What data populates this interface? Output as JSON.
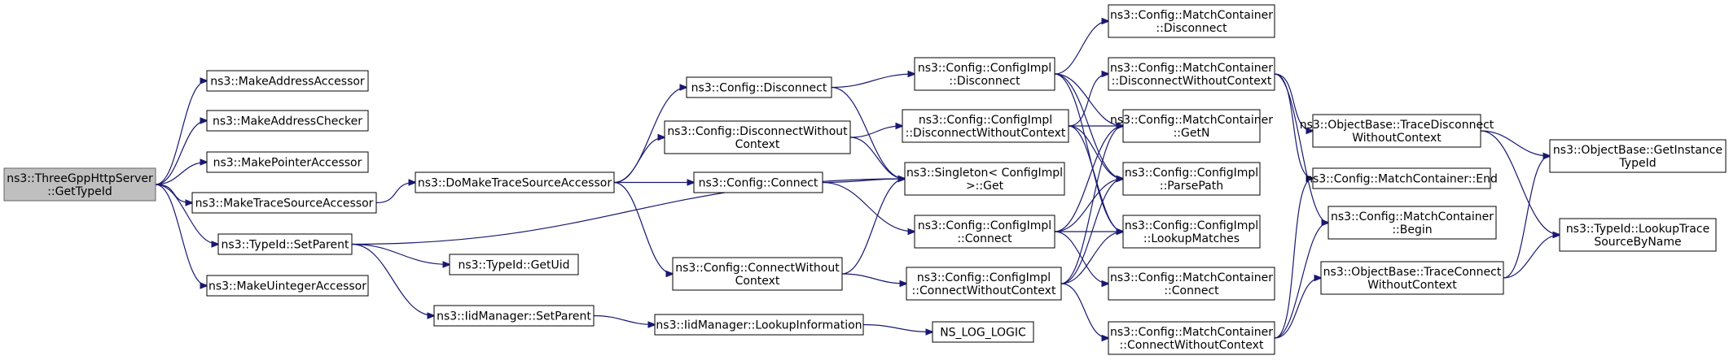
{
  "diagram": {
    "title": "",
    "colors": {
      "edge": "#191970",
      "root_fill": "#bfbfbf",
      "node_border": "#000000",
      "text": "#000000"
    },
    "nodes": [
      {
        "id": "root",
        "lines": [
          "ns3::ThreeGppHttpServer",
          "::GetTypeId"
        ],
        "root": true
      },
      {
        "id": "makeAddrAcc",
        "lines": [
          "ns3::MakeAddressAccessor"
        ]
      },
      {
        "id": "makeAddrChk",
        "lines": [
          "ns3::MakeAddressChecker"
        ]
      },
      {
        "id": "makePtrAcc",
        "lines": [
          "ns3::MakePointerAccessor"
        ]
      },
      {
        "id": "makeTraceAcc",
        "lines": [
          "ns3::MakeTraceSourceAccessor"
        ]
      },
      {
        "id": "typeSetParent",
        "lines": [
          "ns3::TypeId::SetParent"
        ]
      },
      {
        "id": "makeUintAcc",
        "lines": [
          "ns3::MakeUintegerAccessor"
        ]
      },
      {
        "id": "doMakeTrace",
        "lines": [
          "ns3::DoMakeTraceSourceAccessor"
        ]
      },
      {
        "id": "getUid",
        "lines": [
          "ns3::TypeId::GetUid"
        ]
      },
      {
        "id": "iidSetParent",
        "lines": [
          "ns3::IidManager::SetParent"
        ]
      },
      {
        "id": "cfgDisconnect",
        "lines": [
          "ns3::Config::Disconnect"
        ]
      },
      {
        "id": "cfgDiscWo",
        "lines": [
          "ns3::Config::DisconnectWithout",
          "Context"
        ]
      },
      {
        "id": "cfgConnect",
        "lines": [
          "ns3::Config::Connect"
        ]
      },
      {
        "id": "cfgConnWo",
        "lines": [
          "ns3::Config::ConnectWithout",
          "Context"
        ]
      },
      {
        "id": "iidLookup",
        "lines": [
          "ns3::IidManager::LookupInformation"
        ]
      },
      {
        "id": "implDisc",
        "lines": [
          "ns3::Config::ConfigImpl",
          "::Disconnect"
        ]
      },
      {
        "id": "implDiscWo",
        "lines": [
          "ns3::Config::ConfigImpl",
          "::DisconnectWithoutContext"
        ]
      },
      {
        "id": "singleton",
        "lines": [
          "ns3::Singleton< ConfigImpl",
          " >::Get"
        ]
      },
      {
        "id": "implConn",
        "lines": [
          "ns3::Config::ConfigImpl",
          "::Connect"
        ]
      },
      {
        "id": "implConnWo",
        "lines": [
          "ns3::Config::ConfigImpl",
          "::ConnectWithoutContext"
        ]
      },
      {
        "id": "nsLog",
        "lines": [
          "NS_LOG_LOGIC"
        ]
      },
      {
        "id": "mcDisc",
        "lines": [
          "ns3::Config::MatchContainer",
          "::Disconnect"
        ]
      },
      {
        "id": "mcDiscWo",
        "lines": [
          "ns3::Config::MatchContainer",
          "::DisconnectWithoutContext"
        ]
      },
      {
        "id": "mcGetN",
        "lines": [
          "ns3::Config::MatchContainer",
          "::GetN"
        ]
      },
      {
        "id": "implParse",
        "lines": [
          "ns3::Config::ConfigImpl",
          "::ParsePath"
        ]
      },
      {
        "id": "implLookup",
        "lines": [
          "ns3::Config::ConfigImpl",
          "::LookupMatches"
        ]
      },
      {
        "id": "mcConnect",
        "lines": [
          "ns3::Config::MatchContainer",
          "::Connect"
        ]
      },
      {
        "id": "mcConnWo",
        "lines": [
          "ns3::Config::MatchContainer",
          "::ConnectWithoutContext"
        ]
      },
      {
        "id": "obTraceDisc",
        "lines": [
          "ns3::ObjectBase::TraceDisconnect",
          "WithoutContext"
        ]
      },
      {
        "id": "mcEnd",
        "lines": [
          "ns3::Config::MatchContainer::End"
        ]
      },
      {
        "id": "mcBegin",
        "lines": [
          "ns3::Config::MatchContainer",
          "::Begin"
        ]
      },
      {
        "id": "obTraceConn",
        "lines": [
          "ns3::ObjectBase::TraceConnect",
          "WithoutContext"
        ]
      },
      {
        "id": "obGetInst",
        "lines": [
          "ns3::ObjectBase::GetInstance",
          "TypeId"
        ]
      },
      {
        "id": "typeLookup",
        "lines": [
          "ns3::TypeId::LookupTrace",
          "SourceByName"
        ]
      }
    ],
    "edges": [
      [
        "root",
        "makeAddrAcc"
      ],
      [
        "root",
        "makeAddrChk"
      ],
      [
        "root",
        "makePtrAcc"
      ],
      [
        "root",
        "makeTraceAcc"
      ],
      [
        "root",
        "typeSetParent"
      ],
      [
        "root",
        "makeUintAcc"
      ],
      [
        "makeTraceAcc",
        "doMakeTrace"
      ],
      [
        "doMakeTrace",
        "cfgDisconnect"
      ],
      [
        "doMakeTrace",
        "cfgDiscWo"
      ],
      [
        "doMakeTrace",
        "cfgConnect"
      ],
      [
        "doMakeTrace",
        "cfgConnWo"
      ],
      [
        "typeSetParent",
        "singleton"
      ],
      [
        "typeSetParent",
        "getUid"
      ],
      [
        "typeSetParent",
        "iidSetParent"
      ],
      [
        "iidSetParent",
        "iidLookup"
      ],
      [
        "iidLookup",
        "nsLog"
      ],
      [
        "cfgDisconnect",
        "implDisc"
      ],
      [
        "cfgDisconnect",
        "singleton"
      ],
      [
        "cfgDiscWo",
        "implDiscWo"
      ],
      [
        "cfgDiscWo",
        "singleton"
      ],
      [
        "cfgConnect",
        "singleton"
      ],
      [
        "cfgConnect",
        "implConn"
      ],
      [
        "cfgConnWo",
        "singleton"
      ],
      [
        "cfgConnWo",
        "implConnWo"
      ],
      [
        "implDisc",
        "mcDisc"
      ],
      [
        "implDisc",
        "mcGetN"
      ],
      [
        "implDisc",
        "implParse"
      ],
      [
        "implDisc",
        "implLookup"
      ],
      [
        "implDiscWo",
        "mcDiscWo"
      ],
      [
        "implDiscWo",
        "mcGetN"
      ],
      [
        "implDiscWo",
        "implParse"
      ],
      [
        "implDiscWo",
        "implLookup"
      ],
      [
        "implConn",
        "mcGetN"
      ],
      [
        "implConn",
        "implParse"
      ],
      [
        "implConn",
        "implLookup"
      ],
      [
        "implConn",
        "mcConnect"
      ],
      [
        "implConnWo",
        "mcGetN"
      ],
      [
        "implConnWo",
        "implParse"
      ],
      [
        "implConnWo",
        "implLookup"
      ],
      [
        "implConnWo",
        "mcConnWo"
      ],
      [
        "mcDiscWo",
        "obTraceDisc"
      ],
      [
        "mcDiscWo",
        "mcEnd"
      ],
      [
        "mcDiscWo",
        "mcBegin"
      ],
      [
        "mcConnWo",
        "mcEnd"
      ],
      [
        "mcConnWo",
        "mcBegin"
      ],
      [
        "mcConnWo",
        "obTraceConn"
      ],
      [
        "obTraceDisc",
        "obGetInst"
      ],
      [
        "obTraceDisc",
        "typeLookup"
      ],
      [
        "obTraceConn",
        "obGetInst"
      ],
      [
        "obTraceConn",
        "typeLookup"
      ]
    ]
  }
}
